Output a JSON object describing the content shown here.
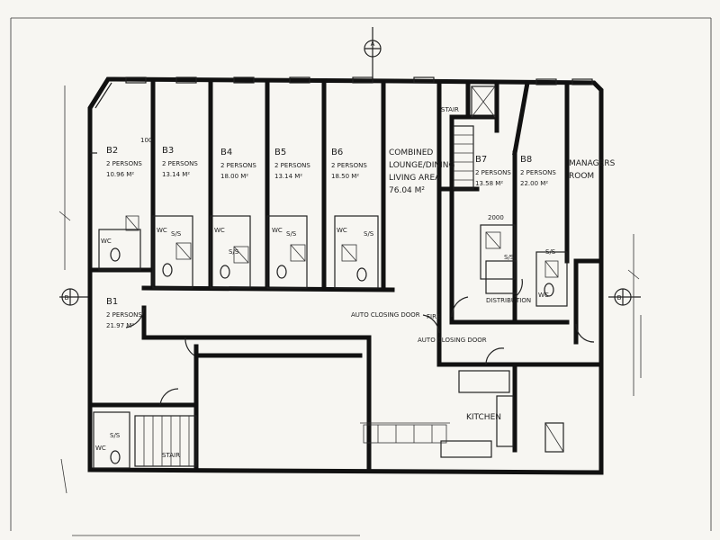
{
  "grid_markers": {
    "top": "A",
    "left": "B",
    "right": "B"
  },
  "rooms": {
    "b2": {
      "name": "B2",
      "persons": "2 PERSONS",
      "area": "10.96 M²"
    },
    "b3": {
      "name": "B3",
      "persons": "2 PERSONS",
      "area": "13.14 M²"
    },
    "b4": {
      "name": "B4",
      "persons": "2 PERSONS",
      "area": "18.00 M²"
    },
    "b5": {
      "name": "B5",
      "persons": "2 PERSONS",
      "area": "13.14 M²"
    },
    "b6": {
      "name": "B6",
      "persons": "2 PERSONS",
      "area": "18.50 M²"
    },
    "b1": {
      "name": "B1",
      "persons": "2 PERSONS",
      "area": "21.97 M²"
    },
    "b7": {
      "name": "B7",
      "persons": "2 PERSONS",
      "area": "13.58 M²"
    },
    "b8": {
      "name": "B8",
      "persons": "2 PERSONS",
      "area": "22.00 M²"
    },
    "lounge": {
      "line1": "COMBINED",
      "line2": "LOUNGE/DINING",
      "line3": "LIVING AREA",
      "area": "76.04 M²"
    },
    "managers": {
      "line1": "MANAGERS",
      "line2": "ROOM"
    }
  },
  "labels": {
    "auto_closing_door_1": "AUTO CLOSING DOOR",
    "auto_closing_door_2": "AUTO CLOSING DOOR",
    "kitchen": "KITCHEN",
    "stair_existing": "STAIR",
    "stair_new": "STAIR",
    "distribution": "DISTRIBUTION",
    "fire_rated_door": "FIRE",
    "fixtures": [
      "S/S",
      "S/S",
      "S/S",
      "S/S",
      "S/S",
      "S/S",
      "S/S"
    ],
    "wc": [
      "WC",
      "WC",
      "WC",
      "WC",
      "WC",
      "WC",
      "WC"
    ],
    "dim_100": "100",
    "dim_2000": "2000"
  }
}
